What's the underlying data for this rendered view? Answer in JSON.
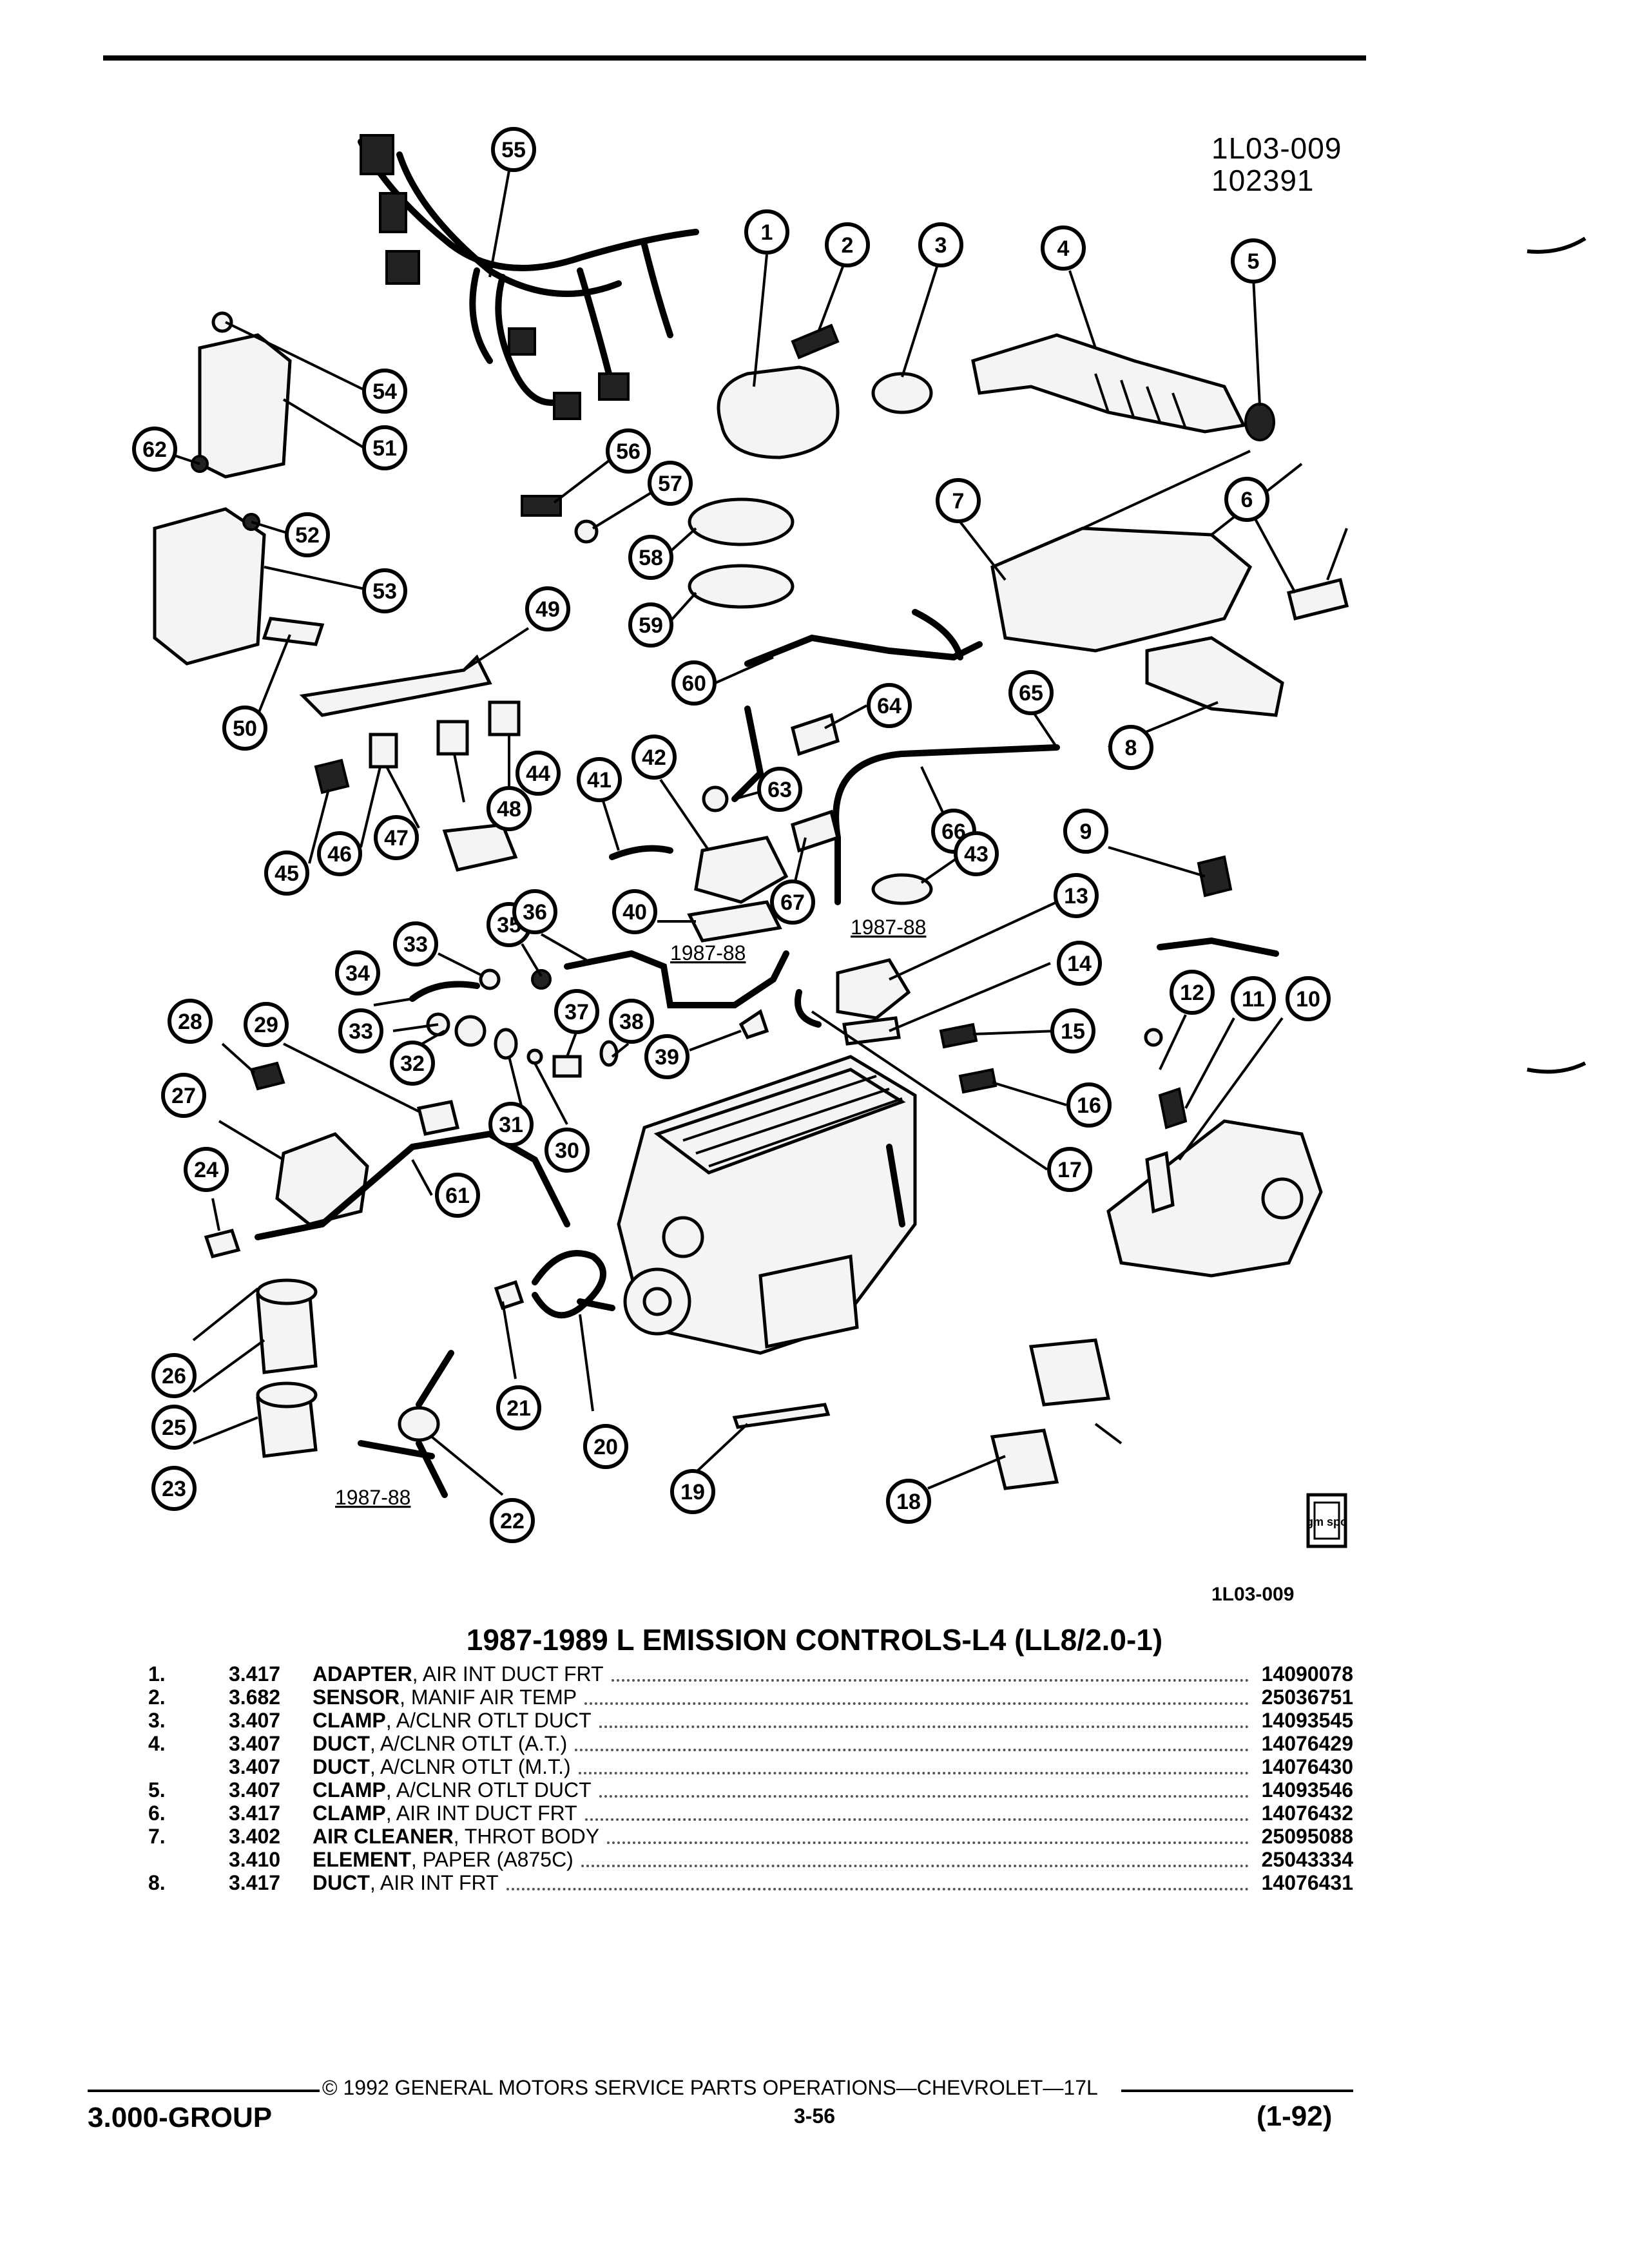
{
  "header": {
    "figure_code": "1L03-009",
    "date_code": "102391",
    "figure_code_bottom": "1L03-009"
  },
  "diagram": {
    "year_labels": [
      "1987-88",
      "1987-88",
      "1987-88"
    ],
    "logo_text": "gm spo"
  },
  "title": "1987-1989 L EMISSION CONTROLS-L4 (LL8/2.0-1)",
  "parts": [
    {
      "num": "1.",
      "group": "3.417",
      "name": "ADAPTER",
      "desc": ", AIR INT DUCT FRT",
      "pn": "14090078"
    },
    {
      "num": "2.",
      "group": "3.682",
      "name": "SENSOR",
      "desc": ", MANIF AIR TEMP",
      "pn": "25036751"
    },
    {
      "num": "3.",
      "group": "3.407",
      "name": "CLAMP",
      "desc": ", A/CLNR OTLT DUCT",
      "pn": "14093545"
    },
    {
      "num": "4.",
      "group": "3.407",
      "name": "DUCT",
      "desc": ", A/CLNR OTLT (A.T.)",
      "pn": "14076429"
    },
    {
      "num": "",
      "group": "3.407",
      "name": "DUCT",
      "desc": ", A/CLNR OTLT (M.T.)",
      "pn": "14076430"
    },
    {
      "num": "5.",
      "group": "3.407",
      "name": "CLAMP",
      "desc": ", A/CLNR OTLT DUCT",
      "pn": "14093546"
    },
    {
      "num": "6.",
      "group": "3.417",
      "name": "CLAMP",
      "desc": ", AIR INT DUCT FRT",
      "pn": "14076432"
    },
    {
      "num": "7.",
      "group": "3.402",
      "name": "AIR CLEANER",
      "desc": ", THROT BODY",
      "pn": "25095088"
    },
    {
      "num": "",
      "group": "3.410",
      "name": "ELEMENT",
      "desc": ", PAPER (A875C)",
      "pn": "25043334"
    },
    {
      "num": "8.",
      "group": "3.417",
      "name": "DUCT",
      "desc": ", AIR INT FRT",
      "pn": "14076431"
    }
  ],
  "footer": {
    "copyright": "© 1992 GENERAL MOTORS SERVICE PARTS OPERATIONS—CHEVROLET—17L",
    "group": "3.000-GROUP",
    "page": "3-56",
    "revision": "(1-92)"
  }
}
